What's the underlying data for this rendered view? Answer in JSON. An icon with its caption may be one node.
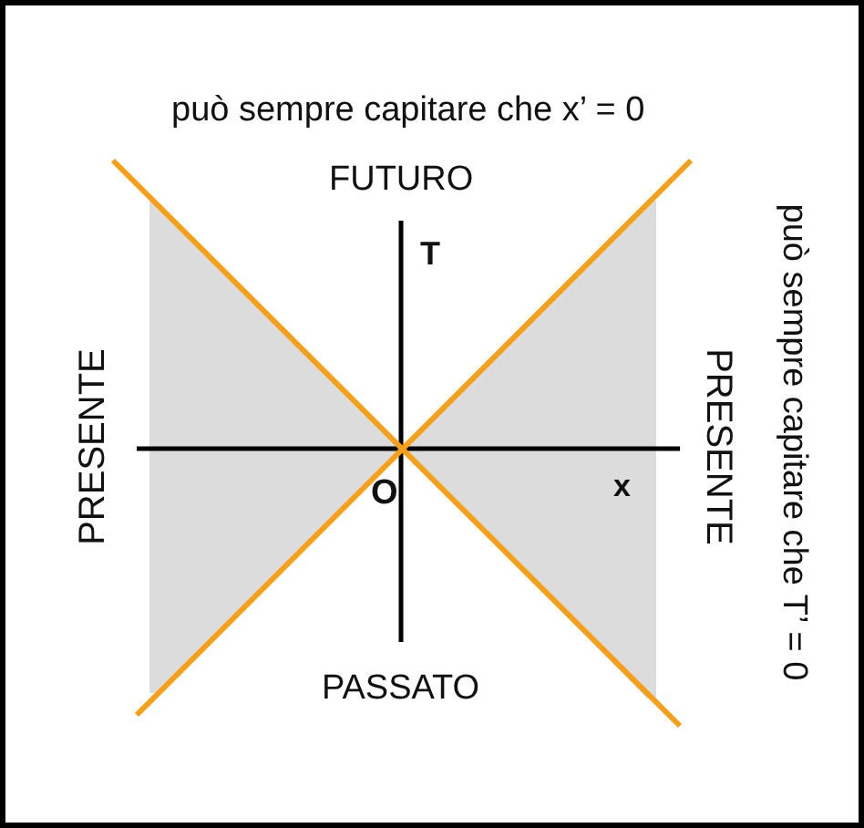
{
  "diagram": {
    "labels": [
      "può sempre capitare che x’ = 0",
      "FUTURO",
      "T",
      "PRESENTE",
      "O",
      "x",
      "PRESENTE",
      "può sempre capitare che T’ = 0",
      "PASSATO"
    ]
  }
}
